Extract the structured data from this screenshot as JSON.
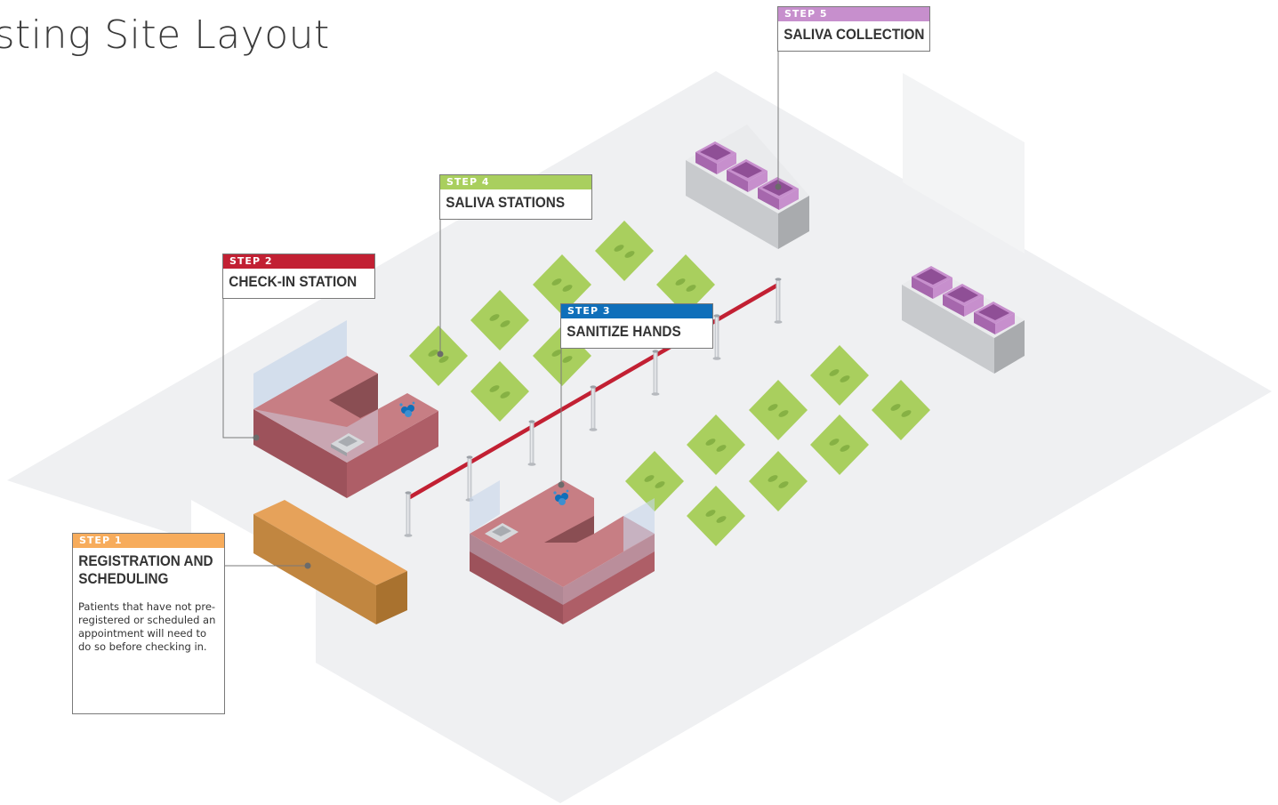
{
  "title": "esting Site Layout",
  "colors": {
    "floor": "#eff0f2",
    "step1": "#f7ac5c",
    "step2": "#c22033",
    "step3": "#0f6fba",
    "step4": "#a9cf5e",
    "step5": "#c78fcd",
    "desk": "#b4636c",
    "rope": "#c22033"
  },
  "steps": [
    {
      "step": "STEP 1",
      "name": "REGISTRATION AND SCHEDULING",
      "description": "Patients that have not pre-registered or scheduled an appointment will need to do so before checking in."
    },
    {
      "step": "STEP 2",
      "name": "CHECK-IN STATION"
    },
    {
      "step": "STEP 3",
      "name": "SANITIZE HANDS"
    },
    {
      "step": "STEP 4",
      "name": "SALIVA STATIONS"
    },
    {
      "step": "STEP 5",
      "name": "SALIVA COLLECTION"
    }
  ],
  "icons": {
    "footprint": "footprints-icon",
    "hands": "sanitize-hands-icon",
    "collection_bin": "collection-bin-icon",
    "stanchion": "stanchion-post-icon"
  }
}
